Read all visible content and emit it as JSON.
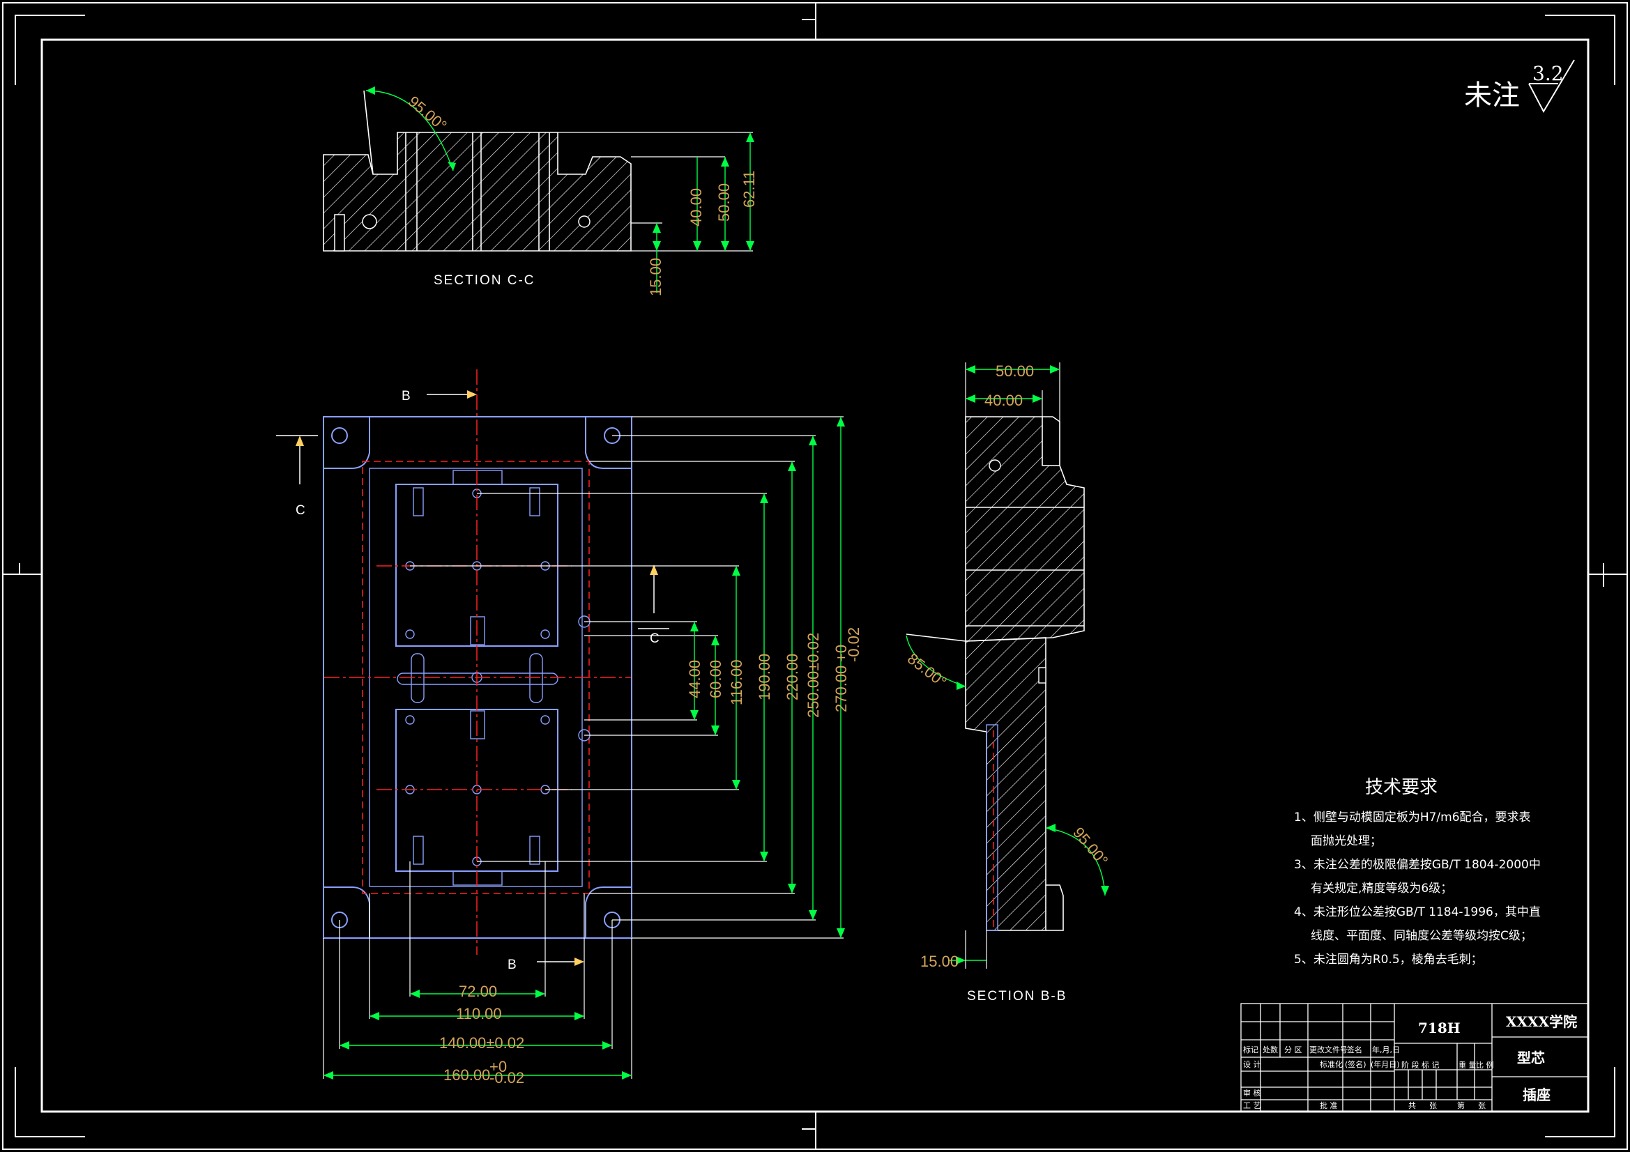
{
  "roughness": {
    "prefix": "未注",
    "value": "3.2"
  },
  "section_cc": {
    "title": "SECTION C-C",
    "angle": "95.00°",
    "dims": [
      "40.00",
      "50.00",
      "62.11",
      "15.00"
    ]
  },
  "main_view": {
    "cut_marks": [
      "B",
      "B",
      "C",
      "C"
    ],
    "dims_vertical": [
      "44.00",
      "60.00",
      "116.00",
      "190.00",
      "220.00",
      "250.00±0.02",
      "270.00"
    ],
    "dims_horizontal": [
      "72.00",
      "110.00",
      "140.00±0.02",
      "160.00"
    ],
    "tolerance_270": {
      "upper": "+0",
      "lower": "-0.02"
    },
    "tolerance_160": {
      "upper": "+0",
      "lower": "-0.02"
    }
  },
  "section_bb": {
    "title": "SECTION B-B",
    "dims": [
      "50.00",
      "40.00",
      "15.00"
    ],
    "angles": [
      "85.00°",
      "95.00°"
    ]
  },
  "tech_req": {
    "title": "技术要求",
    "lines": [
      "1、侧壁与动模固定板为H7/m6配合，要求表",
      "面抛光处理；",
      "3、未注公差的极限偏差按GB/T 1804-2000中",
      "有关规定,精度等级为6级；",
      "4、未注形位公差按GB/T 1184-1996，其中直",
      "线度、平面度、同轴度公差等级均按C级；",
      "5、未注圆角为R0.5，棱角去毛刺；"
    ]
  },
  "title_block": {
    "material": "718H",
    "school": "XXXX学院",
    "part_name": "型芯",
    "assembly": "插座",
    "headers": [
      "标记",
      "处数",
      "分 区",
      "更改文件号",
      "签名",
      "年,月,日"
    ],
    "row_design": [
      "设 计",
      "标准化",
      "(签名)",
      "(年月日)"
    ],
    "stage_labels": [
      "阶 段 标 记",
      "重 量",
      "比 例"
    ],
    "check": "审 核",
    "process": "工 艺",
    "approve": "批 准",
    "sheets": [
      "共",
      "张",
      "第",
      "张"
    ]
  }
}
